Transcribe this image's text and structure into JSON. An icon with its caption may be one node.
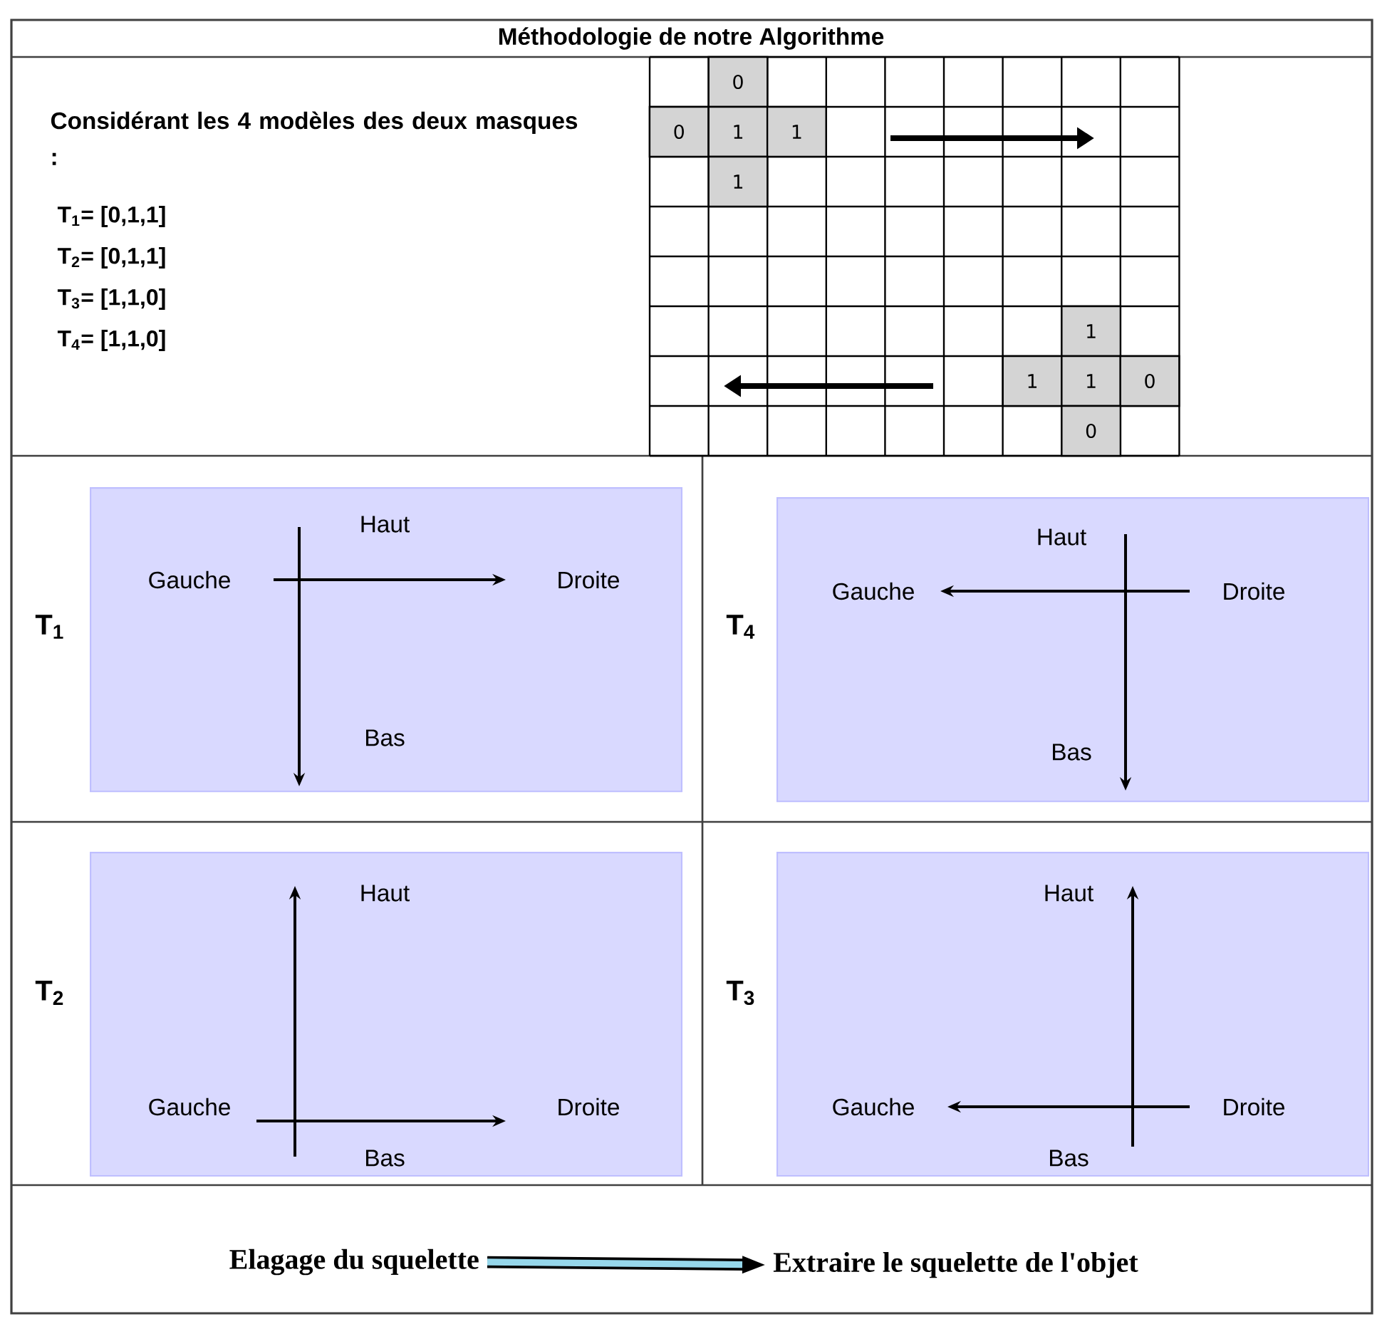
{
  "diagram": {
    "title": "Méthodologie de notre Algorithme",
    "nodes": [
      {
        "text": [
          "Haut",
          "Gauche",
          "Droite",
          "Bas"
        ],
        "beside": [
          "T$_{1}$"
        ]
      },
      {
        "text": [
          "Haut",
          "Gauche",
          "Droite",
          "Bas"
        ],
        "beside": [
          "T$_{4}$"
        ]
      },
      {
        "text": [
          "Haut",
          "Gauche",
          "Droite",
          "Bas"
        ],
        "beside": [
          "T$_{2}$"
        ]
      },
      {
        "text": [
          "Haut",
          "Gauche",
          "Droite",
          "Bas"
        ],
        "beside": [
          "T$_{3}$"
        ]
      },
      {
        "text": [
          "Elagage du squelette"
        ]
      },
      {
        "text": [
          "Extraire le squelette de l'objet"
        ]
      }
    ],
    "edges": [
      {
        "from": 4,
        "to": 5,
        "arrow": "to"
      }
    ],
    "labels": [
      "Considérant les 4 modèles des deux masques :",
      "T$_{1}$= [0,1,1]",
      "T$_{2}$= [0,1,1]",
      "T$_{3}$= [1,1,0]",
      "T$_{4}$= [1,1,0]",
      "0",
      "0",
      "1",
      "1",
      "1",
      "1",
      "1",
      "1",
      "0",
      "0"
    ]
  }
}
